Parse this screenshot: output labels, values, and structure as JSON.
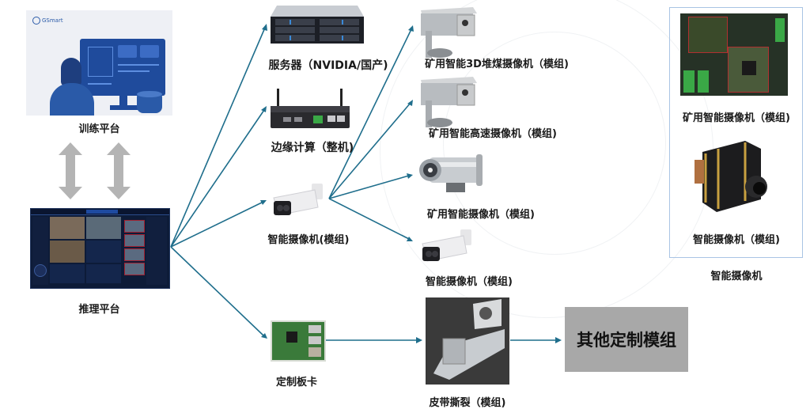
{
  "colors": {
    "arrow": "#1f6e8c",
    "bidirectional_arrow": "#b4b4b4",
    "custom_box": "#a8a8a8",
    "panel_border": "#a9c4e4"
  },
  "training_platform": {
    "logo_text": "GSmart",
    "label": "训练平台"
  },
  "inference_platform": {
    "label": "推理平台"
  },
  "devices": {
    "server": {
      "label": "服务器（NVIDIA/国产)"
    },
    "edge_compute": {
      "label": "边缘计算（整机)"
    },
    "smart_camera_module": {
      "label": "智能摄像机(模组)"
    },
    "custom_board": {
      "label": "定制板卡"
    }
  },
  "camera_variants": [
    {
      "label": "矿用智能3D堆煤摄像机（模组)"
    },
    {
      "label": "矿用智能高速摄像机（模组)"
    },
    {
      "label": "矿用智能摄像机（模组)"
    },
    {
      "label": "智能摄像机（模组)"
    }
  ],
  "belt_tear": {
    "label": "皮带撕裂（模组)"
  },
  "other_custom": {
    "label": "其他定制模组"
  },
  "smart_camera_panel": {
    "items": [
      {
        "label": "矿用智能摄像机（模组)"
      },
      {
        "label": "智能摄像机（模组)"
      }
    ],
    "caption": "智能摄像机"
  }
}
